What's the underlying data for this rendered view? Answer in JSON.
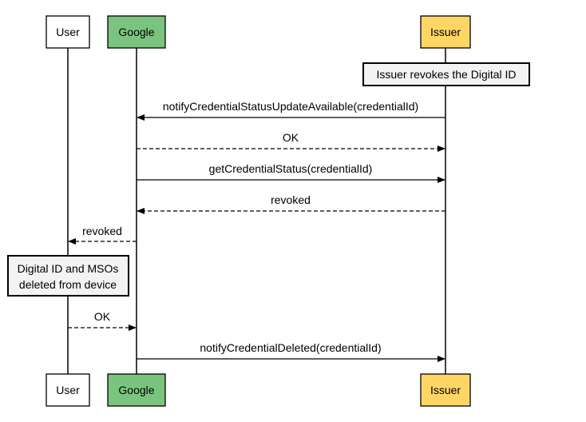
{
  "colors": {
    "user": "#ffffff",
    "google": "#7bc47f",
    "issuer": "#ffd666",
    "line": "#000000",
    "note_fill": "#f3f3f3"
  },
  "participants": {
    "user": "User",
    "google": "Google",
    "issuer": "Issuer"
  },
  "notes": {
    "issuer_revokes": "Issuer revokes the Digital ID",
    "deleted_line1": "Digital ID and MSOs",
    "deleted_line2": "deleted from device"
  },
  "messages": [
    {
      "from": "issuer",
      "to": "google",
      "style": "solid",
      "label": "notifyCredentialStatusUpdateAvailable(credentialId)"
    },
    {
      "from": "google",
      "to": "issuer",
      "style": "dashed",
      "label": "OK"
    },
    {
      "from": "google",
      "to": "issuer",
      "style": "solid",
      "label": "getCredentialStatus(credentialId)"
    },
    {
      "from": "issuer",
      "to": "google",
      "style": "dashed",
      "label": "revoked"
    },
    {
      "from": "google",
      "to": "user",
      "style": "dashed",
      "label": "revoked"
    },
    {
      "from": "user",
      "to": "google",
      "style": "dashed",
      "label": "OK"
    },
    {
      "from": "google",
      "to": "issuer",
      "style": "solid",
      "label": "notifyCredentialDeleted(credentialId)"
    }
  ]
}
